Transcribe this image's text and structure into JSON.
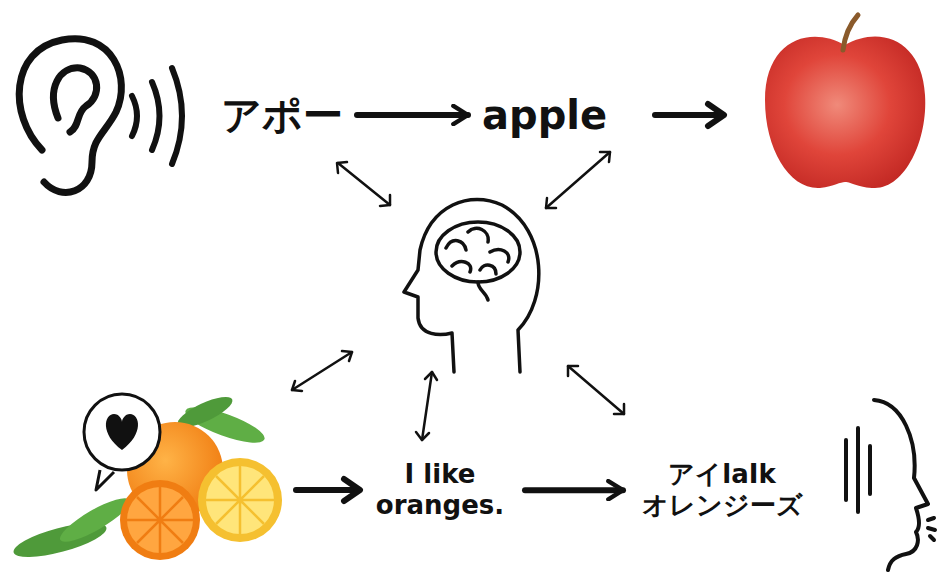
{
  "diagram": {
    "nodes": [
      {
        "text": [
          "アポー"
        ]
      },
      {
        "text": [
          "apple"
        ]
      },
      {
        "text": [
          "I like oranges."
        ]
      },
      {
        "text": [
          "アイlaIk オレンジーズ"
        ]
      }
    ],
    "edges": [
      {
        "from": 0,
        "to": 1,
        "arrow": "to"
      },
      {
        "from": 2,
        "to": 3,
        "arrow": "to"
      }
    ]
  }
}
